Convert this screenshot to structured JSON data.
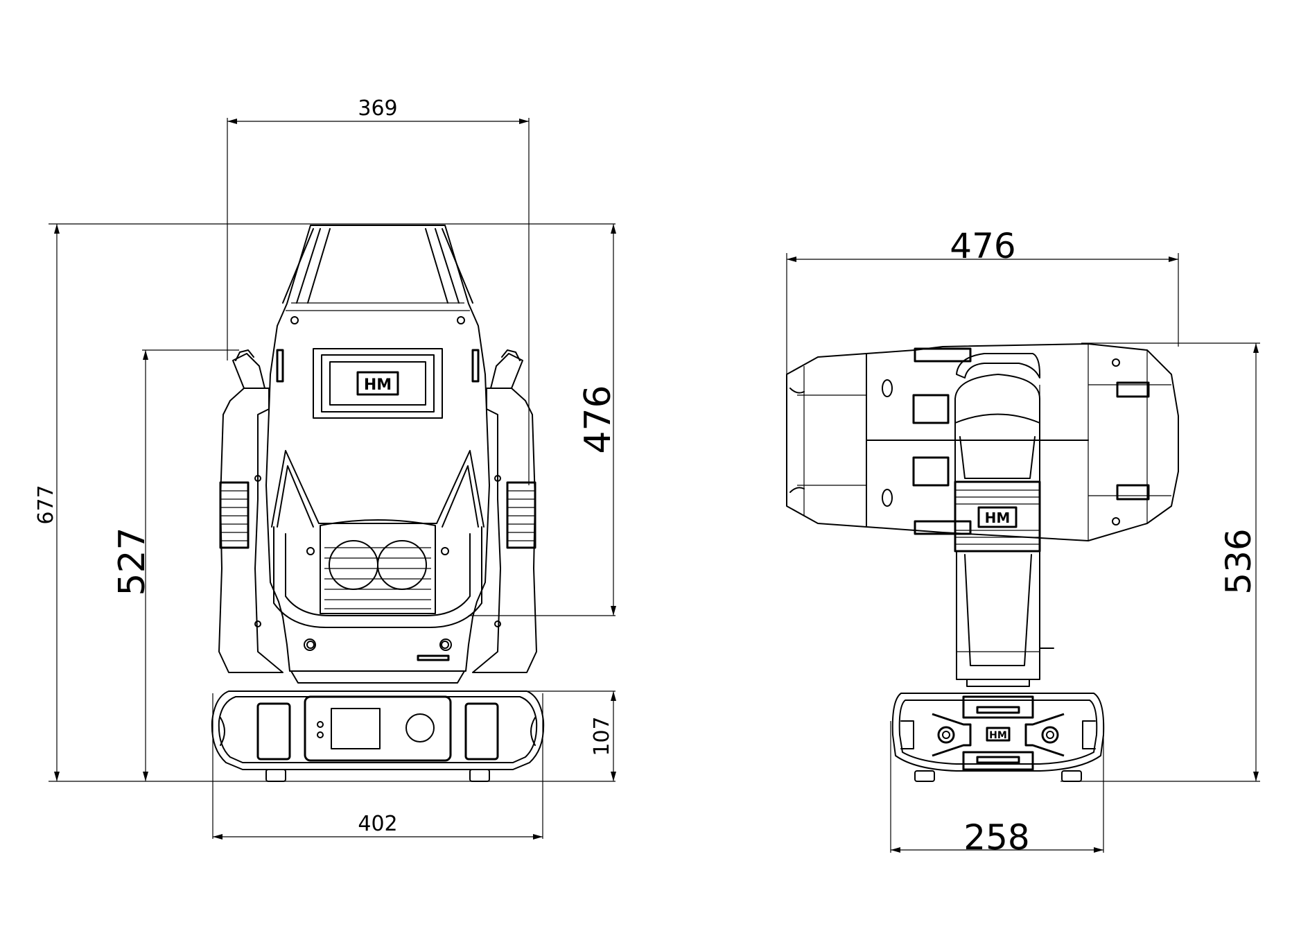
{
  "dimensions": {
    "front_head_width": "369",
    "front_total_height": "677",
    "front_yoke_height": "527",
    "front_head_height": "476",
    "front_base_height": "107",
    "front_base_width": "402",
    "side_head_length": "476",
    "side_total_height": "536",
    "side_base_width": "258"
  },
  "logo_text": "HM"
}
